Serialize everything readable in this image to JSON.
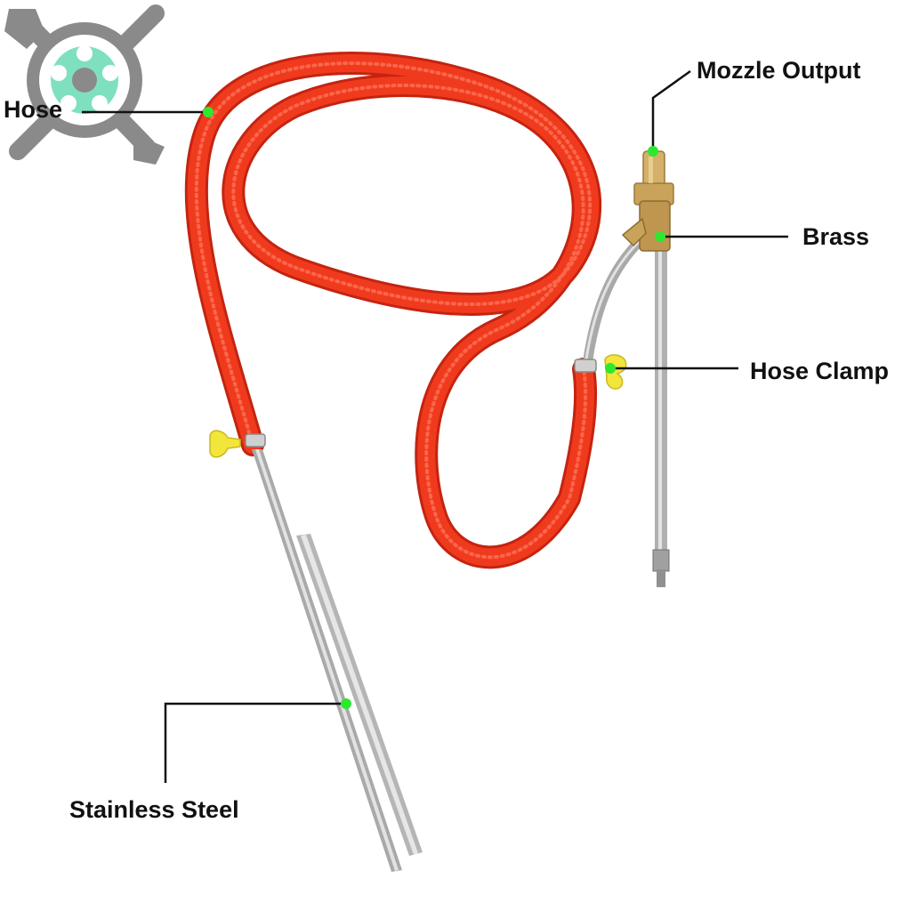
{
  "labels": {
    "hose": "Hose",
    "mozzle_output": "Mozzle Output",
    "brass": "Brass",
    "hose_clamp": "Hose Clamp",
    "stainless_steel": "Stainless Steel"
  },
  "colors": {
    "hose": "#f03a1e",
    "hose_shadow": "#c42410",
    "steel": "#b9b9b9",
    "brass": "#c9a35a",
    "marker": "#2ee82e",
    "thumb_screw": "#f3e63a",
    "leader_line": "#111111",
    "logo_gray": "#8a8a8a",
    "logo_mint": "#7fe0c0"
  },
  "icons": {
    "logo": "wrench-screwdriver-gear-logo"
  }
}
